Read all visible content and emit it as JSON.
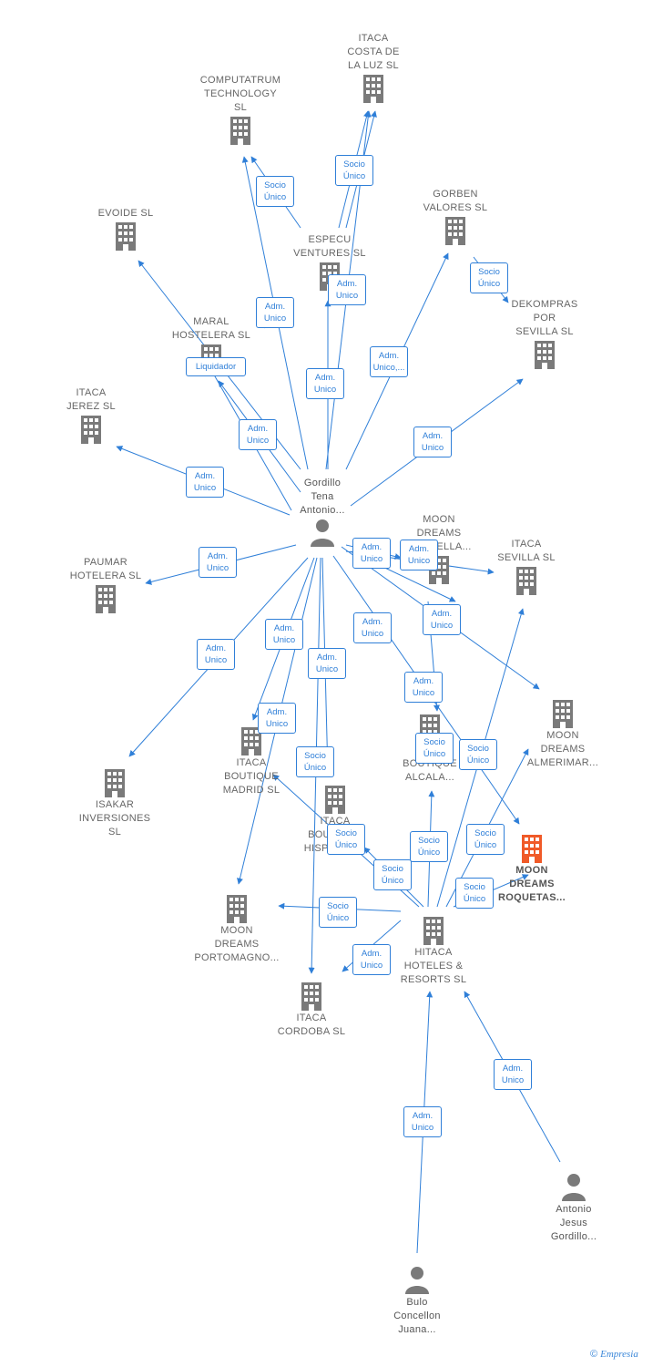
{
  "colors": {
    "edge": "#2f7fd8",
    "building": "#7a7a7a",
    "main_building": "#f05a28",
    "person": "#7a7a7a"
  },
  "nodes": [
    {
      "id": "gordillo",
      "type": "person",
      "label": [
        "Gordillo",
        "Tena",
        "Antonio..."
      ]
    },
    {
      "id": "itaca_costa",
      "type": "company",
      "label": [
        "ITACA",
        "COSTA DE",
        "LA LUZ  SL"
      ]
    },
    {
      "id": "computatrum",
      "type": "company",
      "label": [
        "COMPUTATRUM",
        "TECHNOLOGY",
        "SL"
      ]
    },
    {
      "id": "gorben",
      "type": "company",
      "label": [
        "GORBEN",
        "VALORES  SL"
      ]
    },
    {
      "id": "evoide",
      "type": "company",
      "label": [
        "EVOIDE  SL"
      ]
    },
    {
      "id": "especu",
      "type": "company",
      "label": [
        "ESPECU",
        "VENTURES  SL"
      ]
    },
    {
      "id": "dekompras",
      "type": "company",
      "label": [
        "DEKOMPRAS",
        "POR",
        "SEVILLA SL"
      ]
    },
    {
      "id": "maral",
      "type": "company",
      "label": [
        "MARAL",
        "HOSTELERA SL"
      ]
    },
    {
      "id": "itaca_jerez",
      "type": "company",
      "label": [
        "ITACA",
        "JEREZ  SL"
      ]
    },
    {
      "id": "paumar",
      "type": "company",
      "label": [
        "PAUMAR",
        "HOTELERA  SL"
      ]
    },
    {
      "id": "moon_marbella",
      "type": "company",
      "label": [
        "MOON",
        "DREAMS",
        "MARBELLA..."
      ]
    },
    {
      "id": "itaca_sevilla",
      "type": "company",
      "label": [
        "ITACA",
        "SEVILLA  SL"
      ]
    },
    {
      "id": "moon_almerimar",
      "type": "company",
      "label": [
        "MOON",
        "DREAMS",
        "ALMERIMAR..."
      ]
    },
    {
      "id": "isakar",
      "type": "company",
      "label": [
        "ISAKAR",
        "INVERSIONES",
        "SL"
      ]
    },
    {
      "id": "itaca_madrid",
      "type": "company",
      "label": [
        "ITACA",
        "BOUTIQUE",
        "MADRID  SL"
      ]
    },
    {
      "id": "itaca_alcala",
      "type": "company",
      "label": [
        "ITACA",
        "BOUTIQUE",
        "ALCALA..."
      ]
    },
    {
      "id": "itaca_hispalis",
      "type": "company",
      "label": [
        "ITACA",
        "BOUTIQUE",
        "HISPALIS SL"
      ]
    },
    {
      "id": "moon_roquetas",
      "type": "main",
      "label": [
        "MOON",
        "DREAMS",
        "ROQUETAS..."
      ]
    },
    {
      "id": "moon_portomagno",
      "type": "company",
      "label": [
        "MOON",
        "DREAMS",
        "PORTOMAGNO..."
      ]
    },
    {
      "id": "hitaca",
      "type": "company",
      "label": [
        "HITACA",
        "HOTELES &",
        "RESORTS SL"
      ]
    },
    {
      "id": "itaca_cordoba",
      "type": "company",
      "label": [
        "ITACA",
        "CORDOBA  SL"
      ]
    },
    {
      "id": "antonio_jesus",
      "type": "person",
      "label": [
        "Antonio",
        "Jesus",
        "Gordillo..."
      ]
    },
    {
      "id": "bulo",
      "type": "person",
      "label": [
        "Bulo",
        "Concellon",
        "Juana..."
      ]
    }
  ],
  "badges": [
    {
      "text": [
        "Socio",
        "Único"
      ]
    },
    {
      "text": [
        "Socio",
        "Único"
      ]
    },
    {
      "text": [
        "Socio",
        "Único"
      ]
    },
    {
      "text": [
        "Adm.",
        "Unico"
      ]
    },
    {
      "text": [
        "Adm.",
        "Unico"
      ]
    },
    {
      "text": [
        "Adm.",
        "Unico,..."
      ]
    },
    {
      "text": [
        "Liquidador"
      ]
    },
    {
      "text": [
        "Adm.",
        "Unico"
      ]
    },
    {
      "text": [
        "Adm.",
        "Unico"
      ]
    },
    {
      "text": [
        "Adm.",
        "Unico"
      ]
    },
    {
      "text": [
        "Adm.",
        "Unico"
      ]
    },
    {
      "text": [
        "Adm.",
        "Unico"
      ]
    },
    {
      "text": [
        "Adm.",
        "Unico"
      ]
    },
    {
      "text": [
        "Adm.",
        "Unico"
      ]
    },
    {
      "text": [
        "Adm.",
        "Unico"
      ]
    },
    {
      "text": [
        "Adm.",
        "Unico"
      ]
    },
    {
      "text": [
        "Adm.",
        "Unico"
      ]
    },
    {
      "text": [
        "Adm.",
        "Unico"
      ]
    },
    {
      "text": [
        "Adm.",
        "Unico"
      ]
    },
    {
      "text": [
        "Adm.",
        "Unico"
      ]
    },
    {
      "text": [
        "Adm.",
        "Unico"
      ]
    },
    {
      "text": [
        "Socio",
        "Único"
      ]
    },
    {
      "text": [
        "Socio",
        "Único"
      ]
    },
    {
      "text": [
        "Socio",
        "Único"
      ]
    },
    {
      "text": [
        "Socio",
        "Único"
      ]
    },
    {
      "text": [
        "Socio",
        "Único"
      ]
    },
    {
      "text": [
        "Socio",
        "Único"
      ]
    },
    {
      "text": [
        "Socio",
        "Único"
      ]
    },
    {
      "text": [
        "Socio",
        "Único"
      ]
    },
    {
      "text": [
        "Socio",
        "Único"
      ]
    },
    {
      "text": [
        "Adm.",
        "Unico"
      ]
    },
    {
      "text": [
        "Adm.",
        "Unico"
      ]
    },
    {
      "text": [
        "Adm.",
        "Unico"
      ]
    }
  ],
  "footer": {
    "copyright": "©",
    "brand": "Empresia"
  }
}
